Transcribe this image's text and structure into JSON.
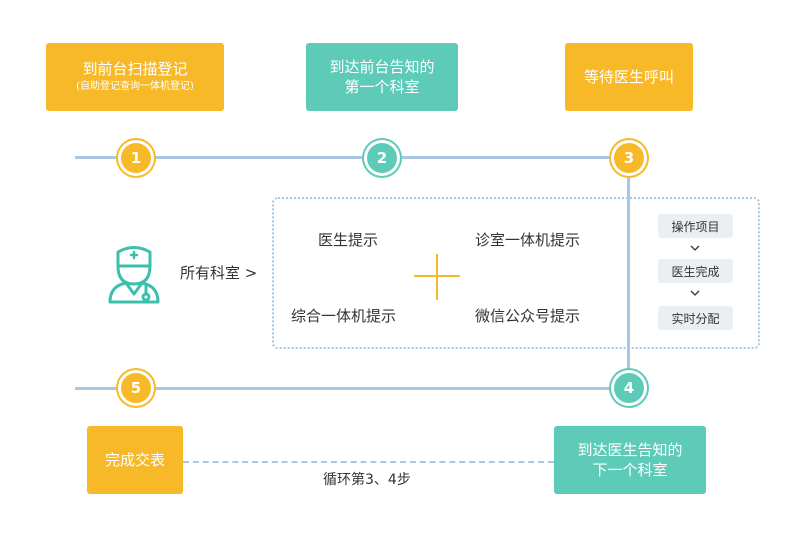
{
  "steps": {
    "step1": {
      "line1": "到前台扫描登记",
      "line2": "(自助登记查询一体机登记)"
    },
    "step2": {
      "line1": "到达前台告知的",
      "line2": "第一个科室"
    },
    "step3": {
      "line1": "等待医生呼叫"
    },
    "step4": {
      "line1": "到达医生告知的",
      "line2": "下一个科室"
    },
    "step5": {
      "line1": "完成交表"
    }
  },
  "numbers": [
    "1",
    "2",
    "3",
    "4",
    "5"
  ],
  "departments": {
    "label": "所有科室 >",
    "icon": "doctor-icon",
    "prompts": [
      "医生提示",
      "诊室一体机提示",
      "综合一体机提示",
      "微信公众号提示"
    ]
  },
  "process": [
    "操作项目",
    "医生完成",
    "实时分配"
  ],
  "loop_label": "循环第3、4步",
  "colors": {
    "yellow": "#f7b928",
    "teal": "#5dcbb8",
    "line": "#a9c7e2",
    "icon": "#3dbfad"
  }
}
